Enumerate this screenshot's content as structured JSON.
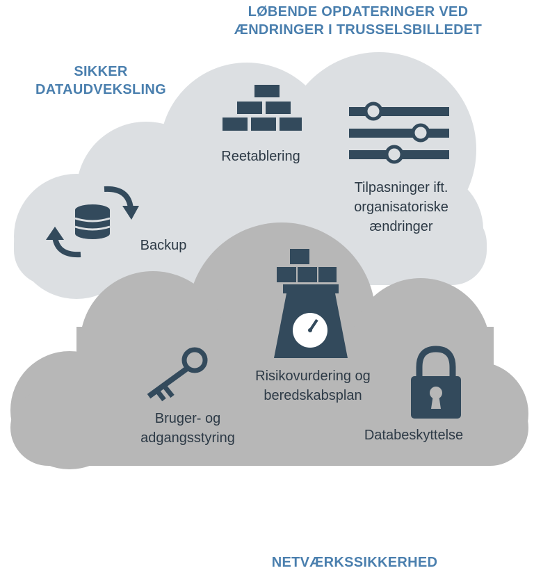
{
  "headings": {
    "top": [
      "LØBENDE OPDATERINGER VED",
      "ÆNDRINGER I TRUSSELSBILLEDET"
    ],
    "left": [
      "SIKKER",
      "DATAUDVEKSLING"
    ],
    "bottom": [
      "NETVÆRKSSIKKERHED"
    ]
  },
  "items": {
    "reetablering": {
      "label": [
        "Reetablering"
      ],
      "icon": "bricks-icon"
    },
    "tilpasninger": {
      "label": [
        "Tilpasninger ift.",
        "organisatoriske",
        "ændringer"
      ],
      "icon": "sliders-icon"
    },
    "backup": {
      "label": [
        "Backup"
      ],
      "icon": "database-sync-icon"
    },
    "risiko": {
      "label": [
        "Risikovurdering og",
        "beredskabsplan"
      ],
      "icon": "scale-icon"
    },
    "bruger": {
      "label": [
        "Bruger- og",
        "adgangsstyring"
      ],
      "icon": "key-icon"
    },
    "databeskyttelse": {
      "label": [
        "Databeskyttelse"
      ],
      "icon": "padlock-icon"
    }
  },
  "colors": {
    "heading": "#4a7fae",
    "light_cloud": "#dcdfe2",
    "dark_cloud": "#b7b7b7",
    "icon": "#334a5c",
    "text": "#2d3a46"
  }
}
